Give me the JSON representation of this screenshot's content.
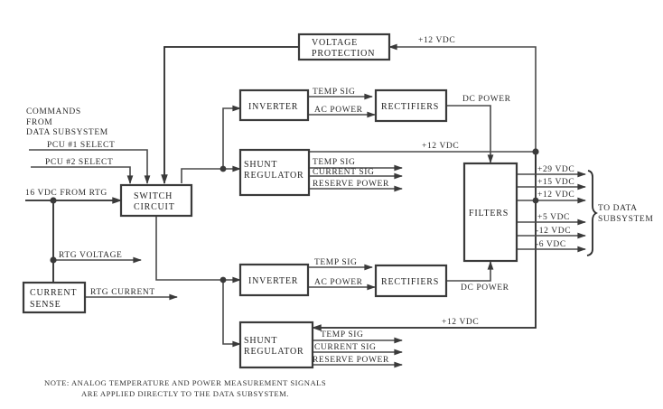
{
  "diagram": {
    "blocks": {
      "voltage_protection": [
        "VOLTAGE",
        "PROTECTION"
      ],
      "switch_circuit": [
        "SWITCH",
        "CIRCUIT"
      ],
      "current_sense": [
        "CURRENT",
        "SENSE"
      ],
      "inverter_1": "INVERTER",
      "inverter_2": "INVERTER",
      "rectifiers_1": "RECTIFIERS",
      "rectifiers_2": "RECTIFIERS",
      "shunt_regulator_1": [
        "SHUNT",
        "REGULATOR"
      ],
      "shunt_regulator_2": [
        "SHUNT",
        "REGULATOR"
      ],
      "filters": "FILTERS"
    },
    "inputs": {
      "commands": [
        "COMMANDS",
        "FROM",
        "DATA SUBSYSTEM"
      ],
      "pcu1_select": "PCU #1 SELECT",
      "pcu2_select": "PCU #2 SELECT",
      "rtg_input": "16 VDC FROM RTG"
    },
    "signals": {
      "rtg_voltage": "RTG VOLTAGE",
      "rtg_current": "RTG CURRENT",
      "temp_sig": "TEMP SIG",
      "ac_power": "AC POWER",
      "dc_power": "DC POWER",
      "current_sig": "CURRENT SIG",
      "reserve_power": "RESERVE POWER",
      "plus12_top": "+12 VDC",
      "plus12_mid": "+12 VDC",
      "plus12_bottom": "+12 VDC"
    },
    "outputs": {
      "voltages": [
        "+29 VDC",
        "+15 VDC",
        "+12 VDC",
        "+5 VDC",
        "-12 VDC",
        "-6 VDC"
      ],
      "destination": [
        "TO DATA",
        "SUBSYSTEM"
      ]
    },
    "note": [
      "NOTE:  ANALOG TEMPERATURE AND POWER MEASUREMENT SIGNALS",
      "ARE APPLIED DIRECTLY TO THE DATA SUBSYSTEM."
    ]
  }
}
